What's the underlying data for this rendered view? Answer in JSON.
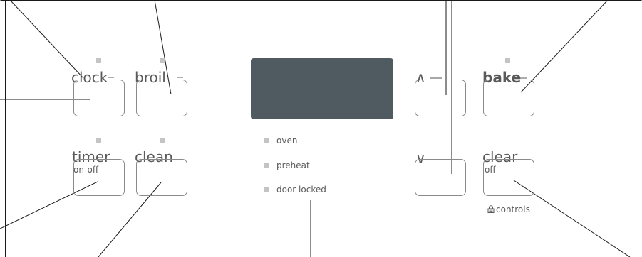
{
  "keys": {
    "clock": {
      "label": "clock"
    },
    "broil": {
      "label": "broil"
    },
    "timer": {
      "label": "timer",
      "sub": "on-off"
    },
    "clean": {
      "label": "clean"
    },
    "up": {
      "label": "∧"
    },
    "down": {
      "label": "∨"
    },
    "bake": {
      "label": "bake"
    },
    "clear": {
      "label": "clear",
      "sub": "off"
    }
  },
  "status_lights": [
    "oven",
    "preheat",
    "door locked"
  ],
  "controls_lock": {
    "label": "controls",
    "icon": "lock-icon"
  },
  "colors": {
    "display": "#4f5a61",
    "indicator": "#c4c4c4",
    "text": "#5a5a5a",
    "frame": "#8a8a8a"
  }
}
